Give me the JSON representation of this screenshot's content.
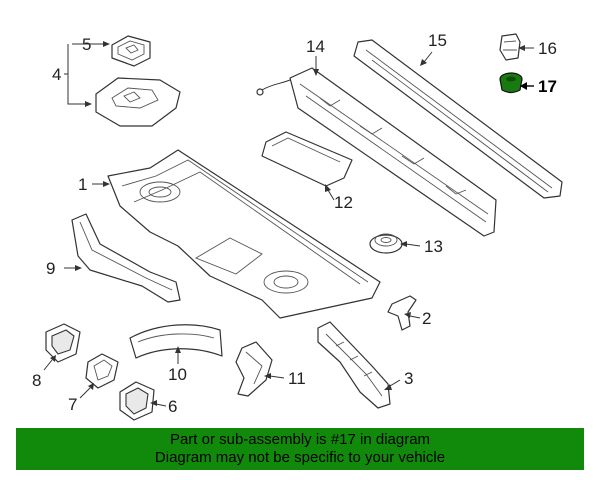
{
  "callouts": {
    "c1": "1",
    "c2": "2",
    "c3": "3",
    "c4": "4",
    "c5": "5",
    "c6": "6",
    "c7": "7",
    "c8": "8",
    "c9": "9",
    "c10": "10",
    "c11": "11",
    "c12": "12",
    "c13": "13",
    "c14": "14",
    "c15": "15",
    "c16": "16",
    "c17": "17"
  },
  "highlighted_part": "17",
  "banner": {
    "line1": "Part or sub-assembly is #17 in diagram",
    "line2": "Diagram may not be specific to your vehicle",
    "background_color": "#118a0b"
  },
  "highlight_color": "#1a7a12"
}
